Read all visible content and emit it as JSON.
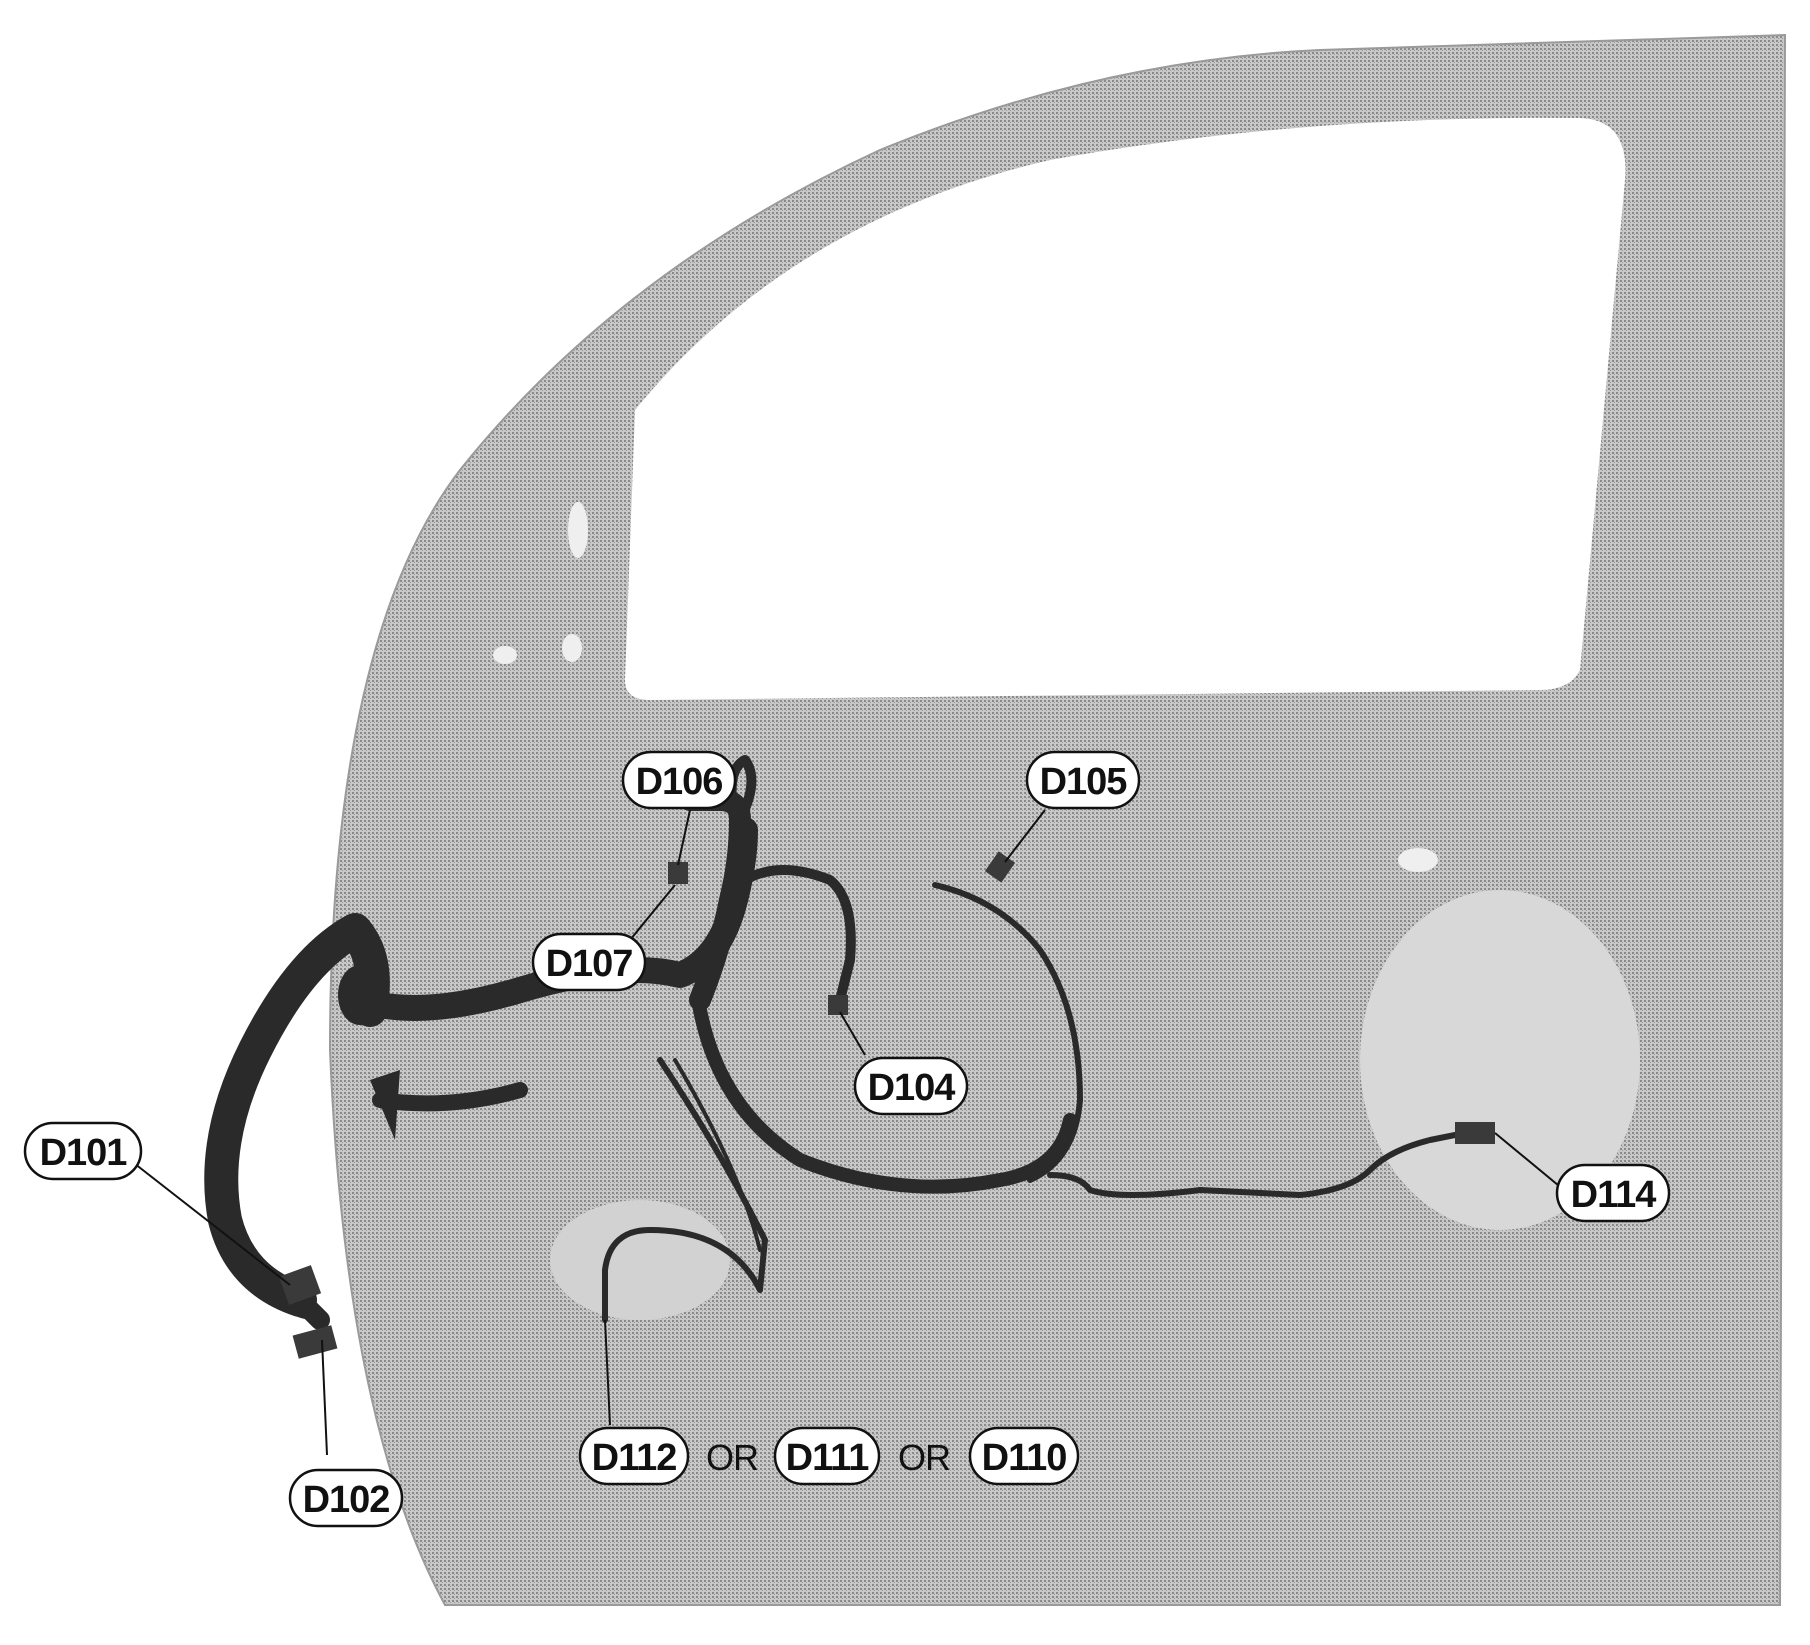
{
  "colors": {
    "panel": "#bdbdbd",
    "harness": "#2a2a2a",
    "window": "#ffffff"
  },
  "labels": {
    "d101": "D101",
    "d102": "D102",
    "d104": "D104",
    "d105": "D105",
    "d106": "D106",
    "d107": "D107",
    "d110": "D110",
    "d111": "D111",
    "d112": "D112",
    "d114": "D114",
    "or_1": "OR",
    "or_2": "OR"
  }
}
